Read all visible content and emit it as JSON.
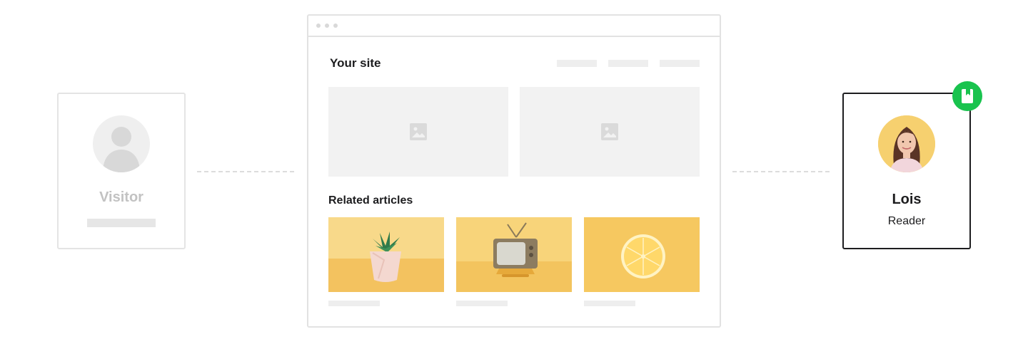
{
  "visitor": {
    "name": "Visitor",
    "avatar_icon": "person-silhouette-icon"
  },
  "reader": {
    "name": "Lois",
    "role": "Reader",
    "badge_icon": "bookmark-icon",
    "badge_color": "#19c34e"
  },
  "site": {
    "title": "Your site",
    "image_placeholder_icon": "image-icon"
  },
  "related": {
    "heading": "Related articles",
    "articles": [
      {
        "image": "succulent-plant-icon"
      },
      {
        "image": "retro-tv-icon"
      },
      {
        "image": "lemon-slice-icon"
      }
    ]
  },
  "colors": {
    "accent_yellow": "#f6cf6b",
    "border": "#e2e2e2",
    "muted_text": "#c2c2c2"
  }
}
